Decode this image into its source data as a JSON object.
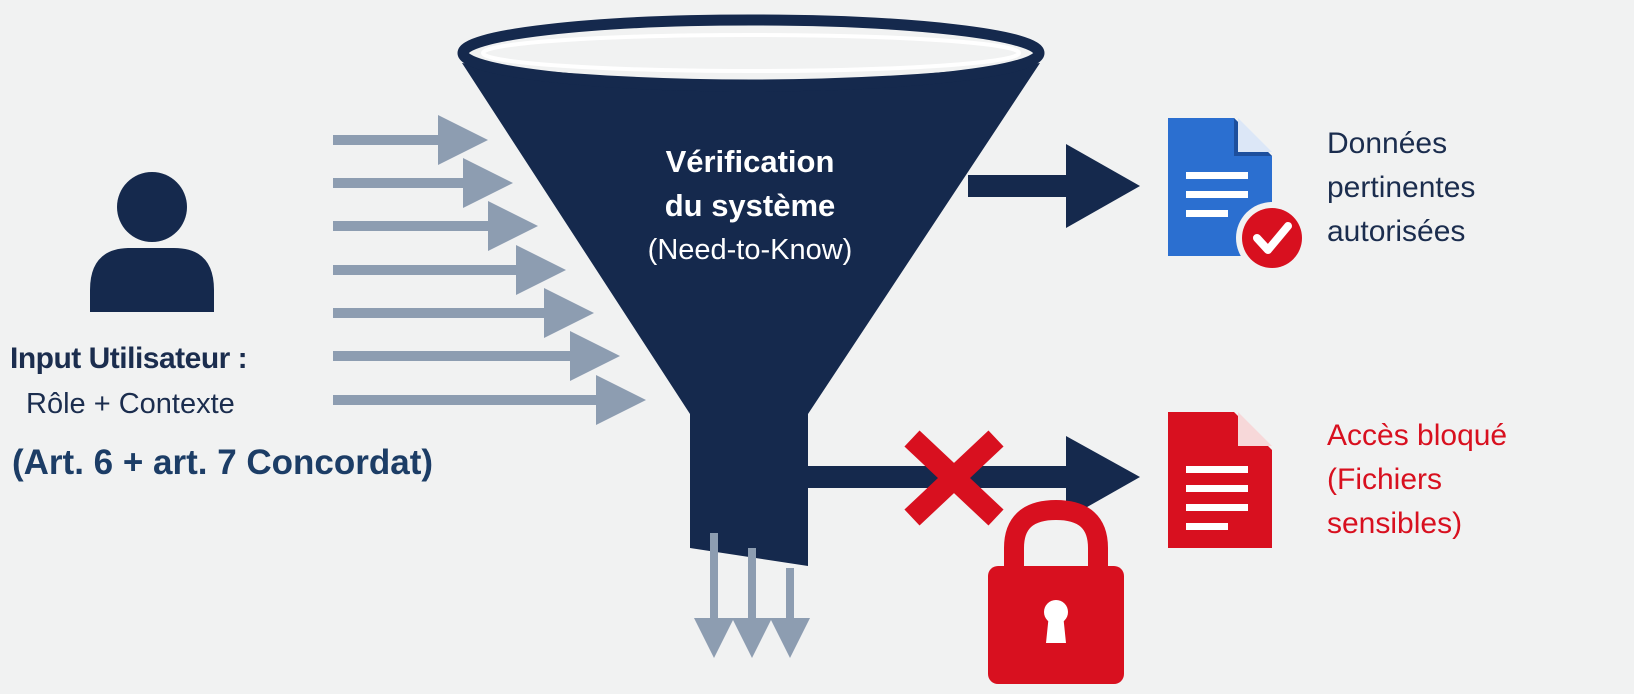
{
  "input": {
    "title": "Input Utilisateur :",
    "subtitle": "Rôle + Contexte",
    "reference": "(Art. 6 + art. 7 Concordat)"
  },
  "funnel": {
    "line1": "Vérification",
    "line2": "du système",
    "line3": "(Need-to-Know)"
  },
  "outputs": {
    "allowed": {
      "line1": "Données",
      "line2": "pertinentes",
      "line3": "autorisées"
    },
    "blocked": {
      "line1": "Accès bloqué",
      "line2": "(Fichiers",
      "line3": "sensibles)"
    }
  },
  "colors": {
    "navy": "#15294d",
    "arrow_gray": "#8d9db1",
    "doc_blue": "#2b6fd0",
    "alert_red": "#d8101f",
    "background": "#f1f2f2"
  },
  "icons": [
    "user-icon",
    "funnel-icon",
    "document-check-icon",
    "document-blocked-icon",
    "cross-icon",
    "padlock-icon"
  ]
}
